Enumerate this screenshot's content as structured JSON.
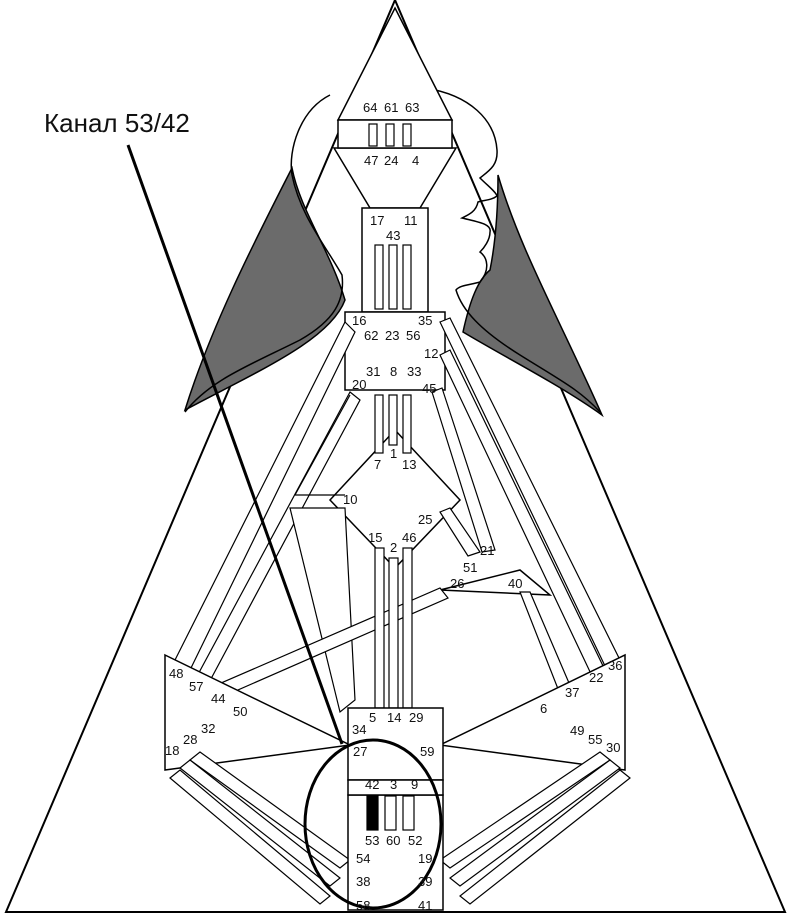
{
  "callout": {
    "label": "Канал 53/42"
  },
  "colors": {
    "outline": "#000000",
    "hair": "#6b6b6b",
    "channel_fill": "#000000",
    "background": "#ffffff"
  },
  "gates": {
    "g64": "64",
    "g61": "61",
    "g63": "63",
    "g47": "47",
    "g24": "24",
    "g4": "4",
    "g17": "17",
    "g43": "43",
    "g11": "11",
    "g16": "16",
    "g35": "35",
    "g62": "62",
    "g23": "23",
    "g56": "56",
    "g12": "12",
    "g20": "20",
    "g31": "31",
    "g8": "8",
    "g33": "33",
    "g45": "45",
    "g7": "7",
    "g1": "1",
    "g13": "13",
    "g10": "10",
    "g25": "25",
    "g15": "15",
    "g46": "46",
    "g2": "2",
    "g21": "21",
    "g51": "51",
    "g26": "26",
    "g40": "40",
    "g48": "48",
    "g57": "57",
    "g44": "44",
    "g50": "50",
    "g36": "36",
    "g22": "22",
    "g37": "37",
    "g6": "6",
    "g5": "5",
    "g14": "14",
    "g29": "29",
    "g34": "34",
    "g32": "32",
    "g28": "28",
    "g18": "18",
    "g27": "27",
    "g59": "59",
    "g49": "49",
    "g55": "55",
    "g30": "30",
    "g42": "42",
    "g3": "3",
    "g9": "9",
    "g53": "53",
    "g60": "60",
    "g52": "52",
    "g54": "54",
    "g19": "19",
    "g38": "38",
    "g39": "39",
    "g58": "58",
    "g41": "41"
  }
}
